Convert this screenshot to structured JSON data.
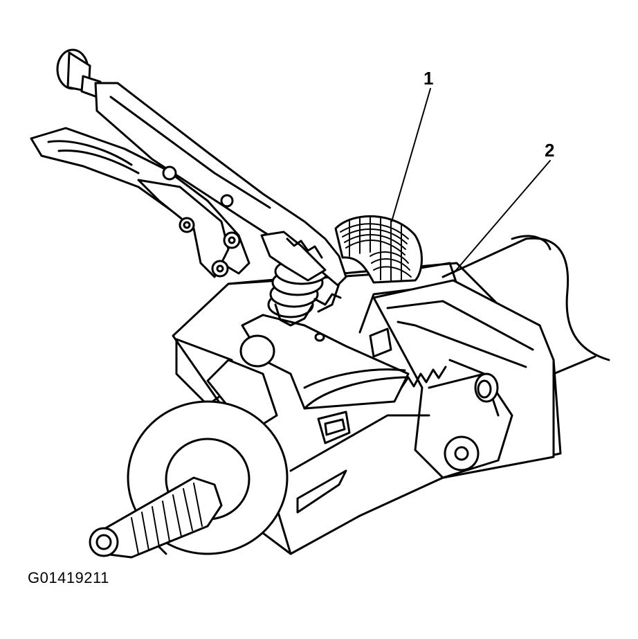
{
  "diagram": {
    "callouts": [
      {
        "id": "1",
        "label": "1"
      },
      {
        "id": "2",
        "label": "2"
      }
    ],
    "figure_code": "G01419211"
  }
}
